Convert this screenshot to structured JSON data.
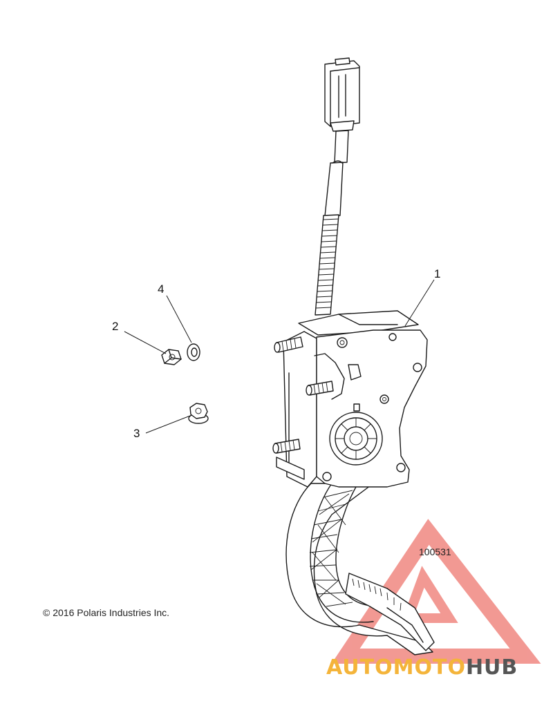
{
  "diagram": {
    "callouts": [
      "1",
      "2",
      "3",
      "4"
    ],
    "figure_number": "100531",
    "copyright": "© 2016 Polaris Industries Inc."
  },
  "watermark": {
    "text_left": "AUTOMOTO",
    "text_right": "HUB",
    "color_triangle": "#e8463c",
    "color_text_left": "#f4b43a",
    "color_text_right": "#555555"
  }
}
